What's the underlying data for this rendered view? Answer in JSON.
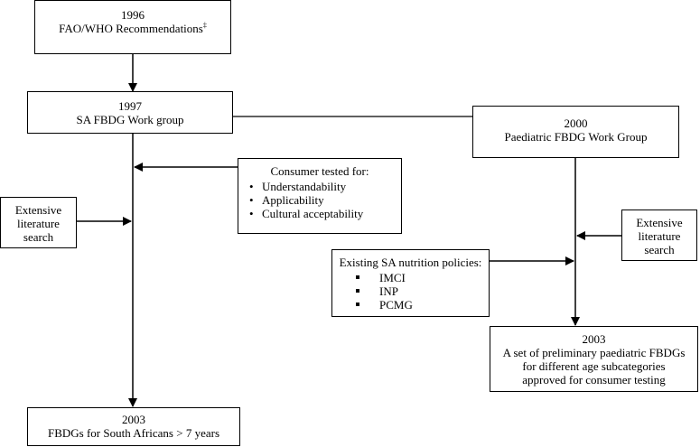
{
  "boxes": {
    "fao_who": {
      "year": "1996",
      "title": "FAO/WHO Recommendations",
      "mark": "‡"
    },
    "sa_fbdg": {
      "year": "1997",
      "title": "SA FBDG Work group"
    },
    "paediatric": {
      "year": "2000",
      "title": "Paediatric FBDG Work Group"
    },
    "consumer_tested": {
      "title": "Consumer tested for:",
      "items": [
        "Understandability",
        "Applicability",
        "Cultural acceptability"
      ]
    },
    "lit_search_left": {
      "line1": "Extensive",
      "line2": "literature",
      "line3": "search"
    },
    "lit_search_right": {
      "line1": "Extensive",
      "line2": "literature",
      "line3": "search"
    },
    "existing_policies": {
      "title": "Existing SA nutrition policies:",
      "items": [
        "IMCI",
        "INP",
        "PCMG"
      ]
    },
    "prelim_paediatric": {
      "year": "2003",
      "line1": "A set of preliminary paediatric FBDGs",
      "line2": "for different age subcategories",
      "line3": "approved for consumer testing"
    },
    "fbdg_sa": {
      "year": "2003",
      "title": "FBDGs for South Africans > 7 years"
    }
  }
}
